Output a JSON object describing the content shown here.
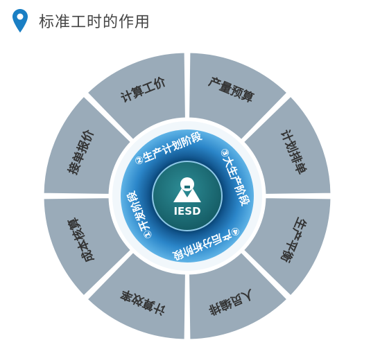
{
  "header": {
    "title": "标准工时的作用",
    "icon": "location-pin-icon"
  },
  "diagram": {
    "center_logo": {
      "text": "IESD",
      "icon": "person-icon"
    },
    "stages": [
      {
        "label": "②生产计划阶段"
      },
      {
        "label": "③大生产阶段"
      },
      {
        "label": "④产后分析阶段"
      },
      {
        "label": "①开发阶段"
      }
    ],
    "segments": [
      {
        "label": "产量预算"
      },
      {
        "label": "计划排单"
      },
      {
        "label": "生产平衡"
      },
      {
        "label": "人员编排"
      },
      {
        "label": "计算效率"
      },
      {
        "label": "成本核算"
      },
      {
        "label": "接单报价"
      },
      {
        "label": "计算工价"
      }
    ],
    "colors": {
      "segment": "#9aabb9",
      "ring_blue": "#2e7fc0",
      "ring_dark": "#1a5f9a",
      "center": "#1d6f78",
      "pin": "#1a7fc4"
    }
  }
}
